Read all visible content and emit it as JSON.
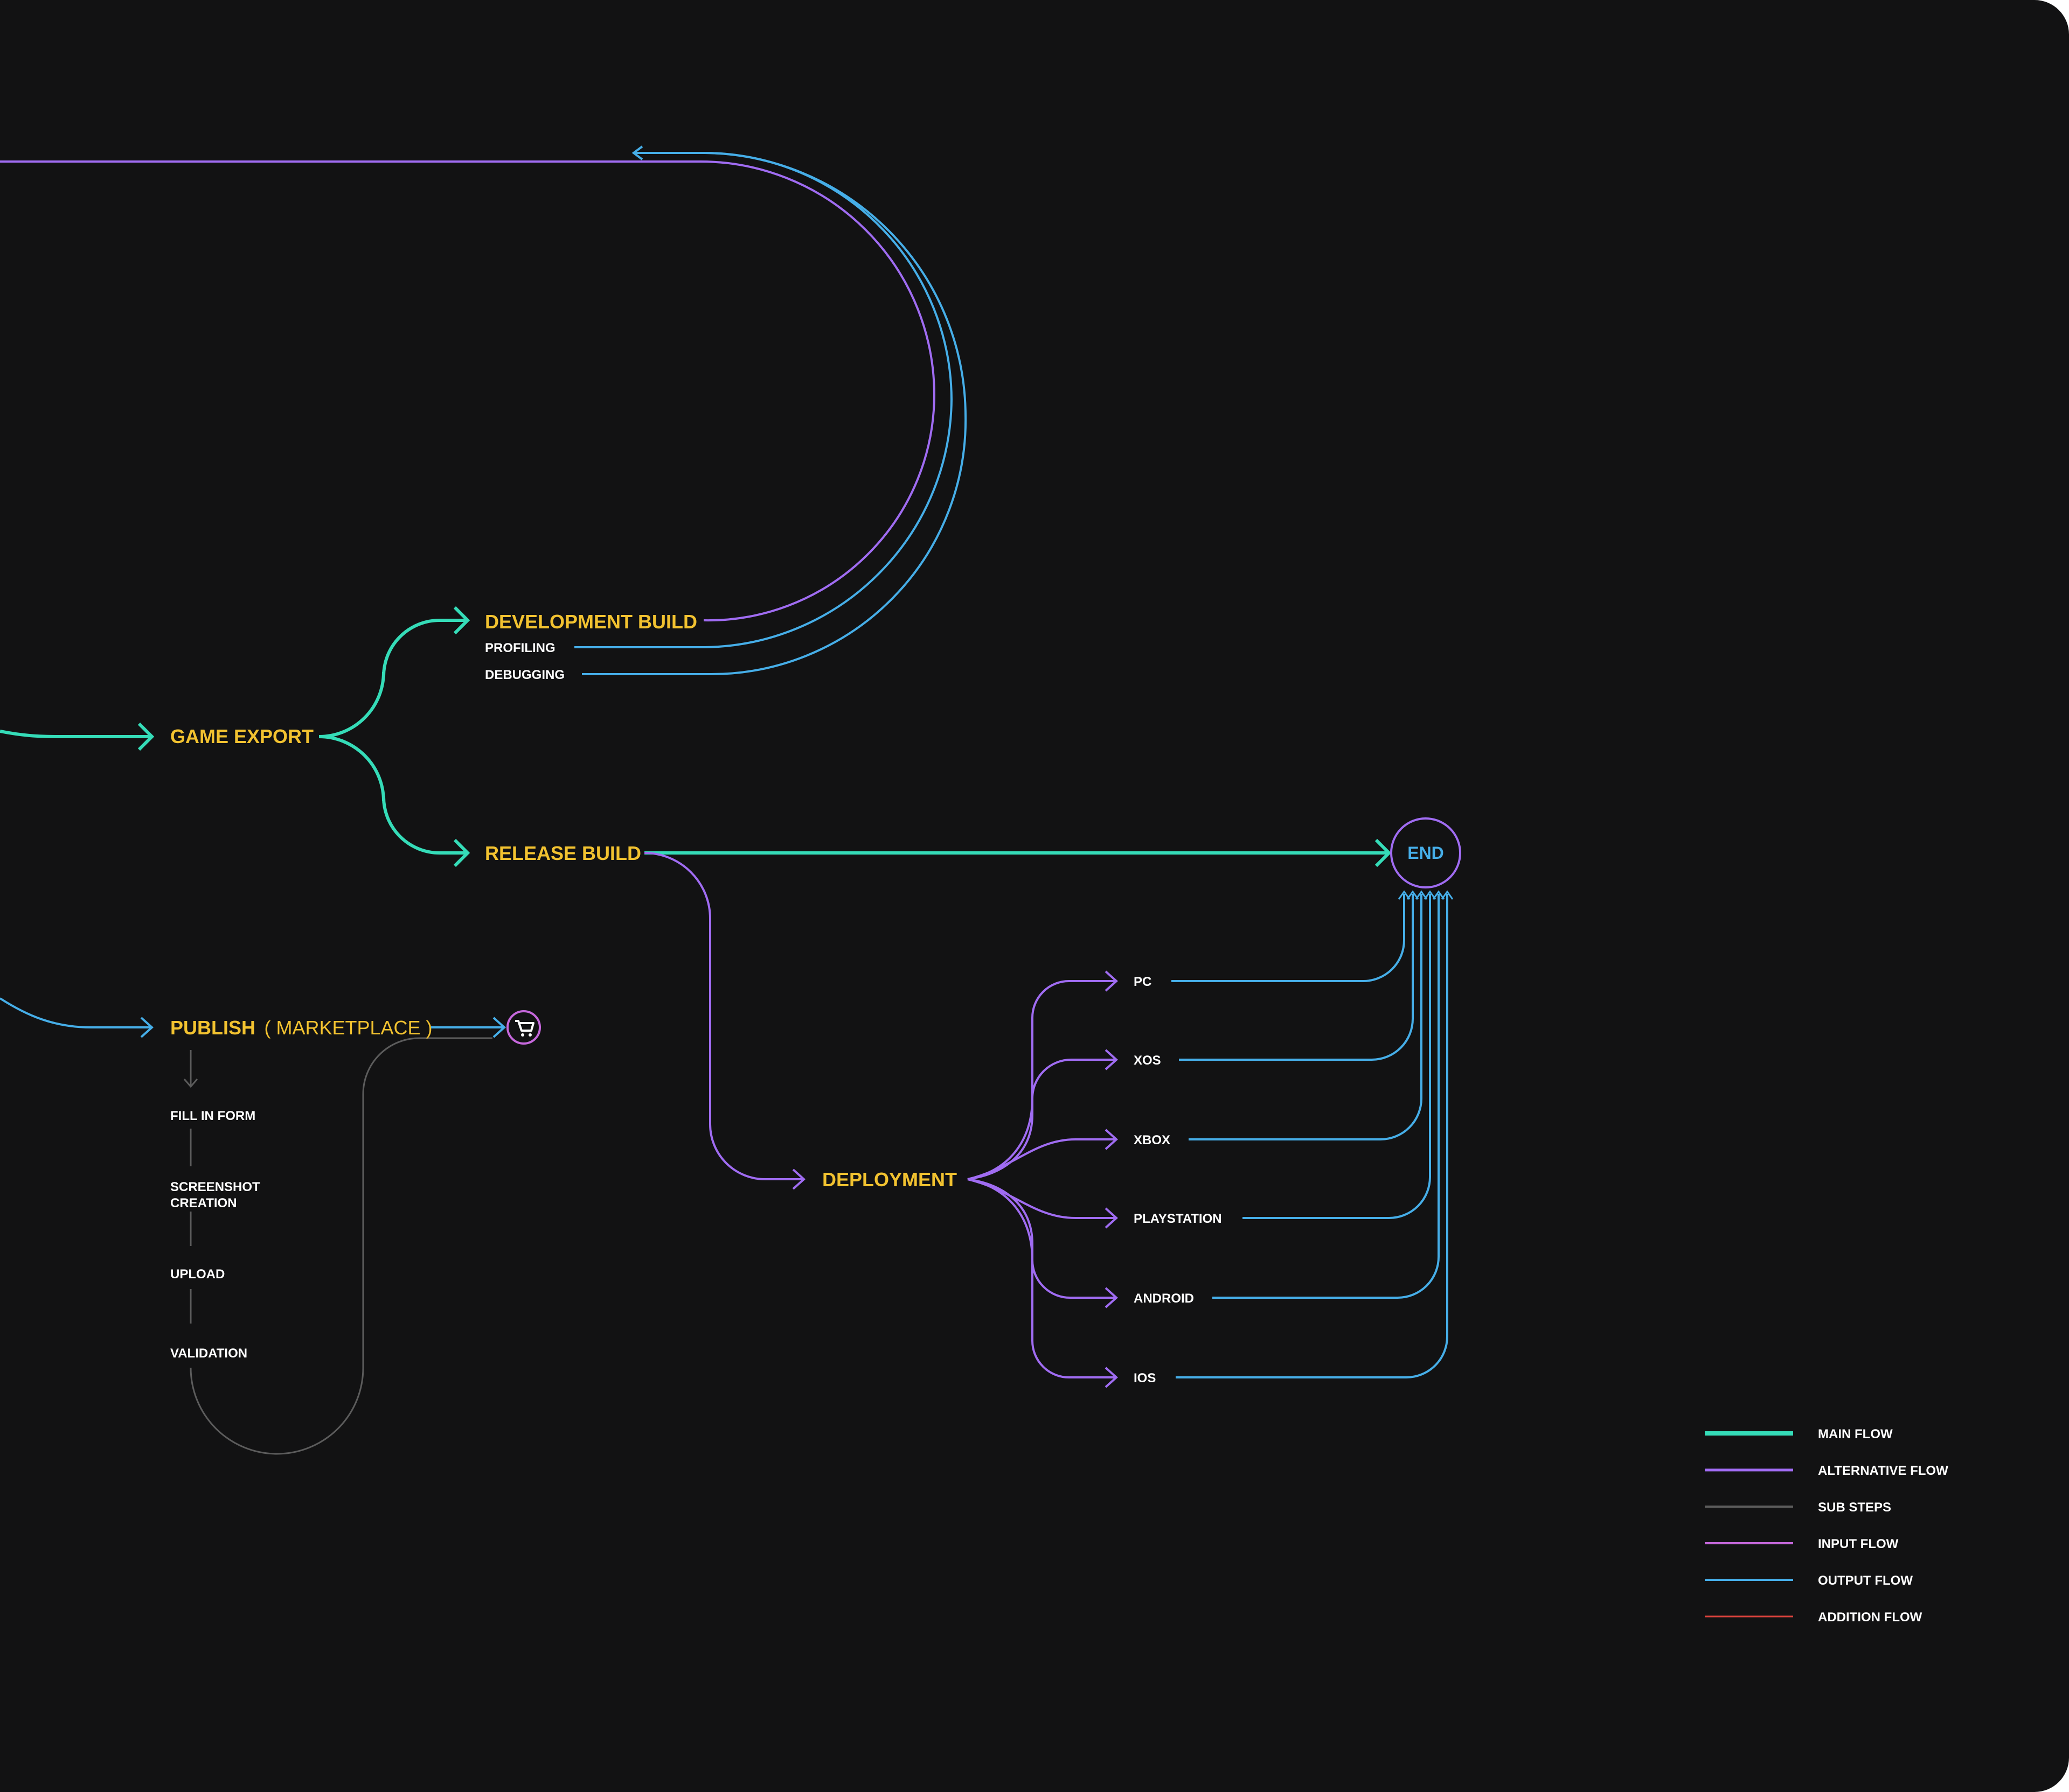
{
  "colors": {
    "background": "#121213",
    "page": "#ffffff",
    "node_text": "#f2c230",
    "sub_text": "#ffffff",
    "main_flow": "#35dcb8",
    "alternative_flow": "#a06cf2",
    "sub_steps": "#5c5c5c",
    "input_flow": "#c668dc",
    "output_flow": "#46aee8",
    "addition_flow": "#d8413c"
  },
  "nodes": {
    "game_export": "GAME EXPORT",
    "development_build": "DEVELOPMENT BUILD",
    "release_build": "RELEASE BUILD",
    "publish": "PUBLISH",
    "publish_marketplace": "( MARKETPLACE )",
    "deployment": "DEPLOYMENT",
    "end": "END"
  },
  "development_substeps": [
    "PROFILING",
    "DEBUGGING"
  ],
  "publish_substeps": [
    "FILL IN FORM",
    "SCREENSHOT",
    "CREATION",
    "UPLOAD",
    "VALIDATION"
  ],
  "platforms": [
    "PC",
    "XOS",
    "XBOX",
    "PLAYSTATION",
    "ANDROID",
    "IOS"
  ],
  "icons": {
    "marketplace": "cart-icon"
  },
  "legend": [
    {
      "label": "MAIN FLOW",
      "color": "#35dcb8"
    },
    {
      "label": "ALTERNATIVE FLOW",
      "color": "#a06cf2"
    },
    {
      "label": "SUB STEPS",
      "color": "#5c5c5c"
    },
    {
      "label": "INPUT FLOW",
      "color": "#c668dc"
    },
    {
      "label": "OUTPUT FLOW",
      "color": "#46aee8"
    },
    {
      "label": "ADDITION FLOW",
      "color": "#d8413c"
    }
  ]
}
